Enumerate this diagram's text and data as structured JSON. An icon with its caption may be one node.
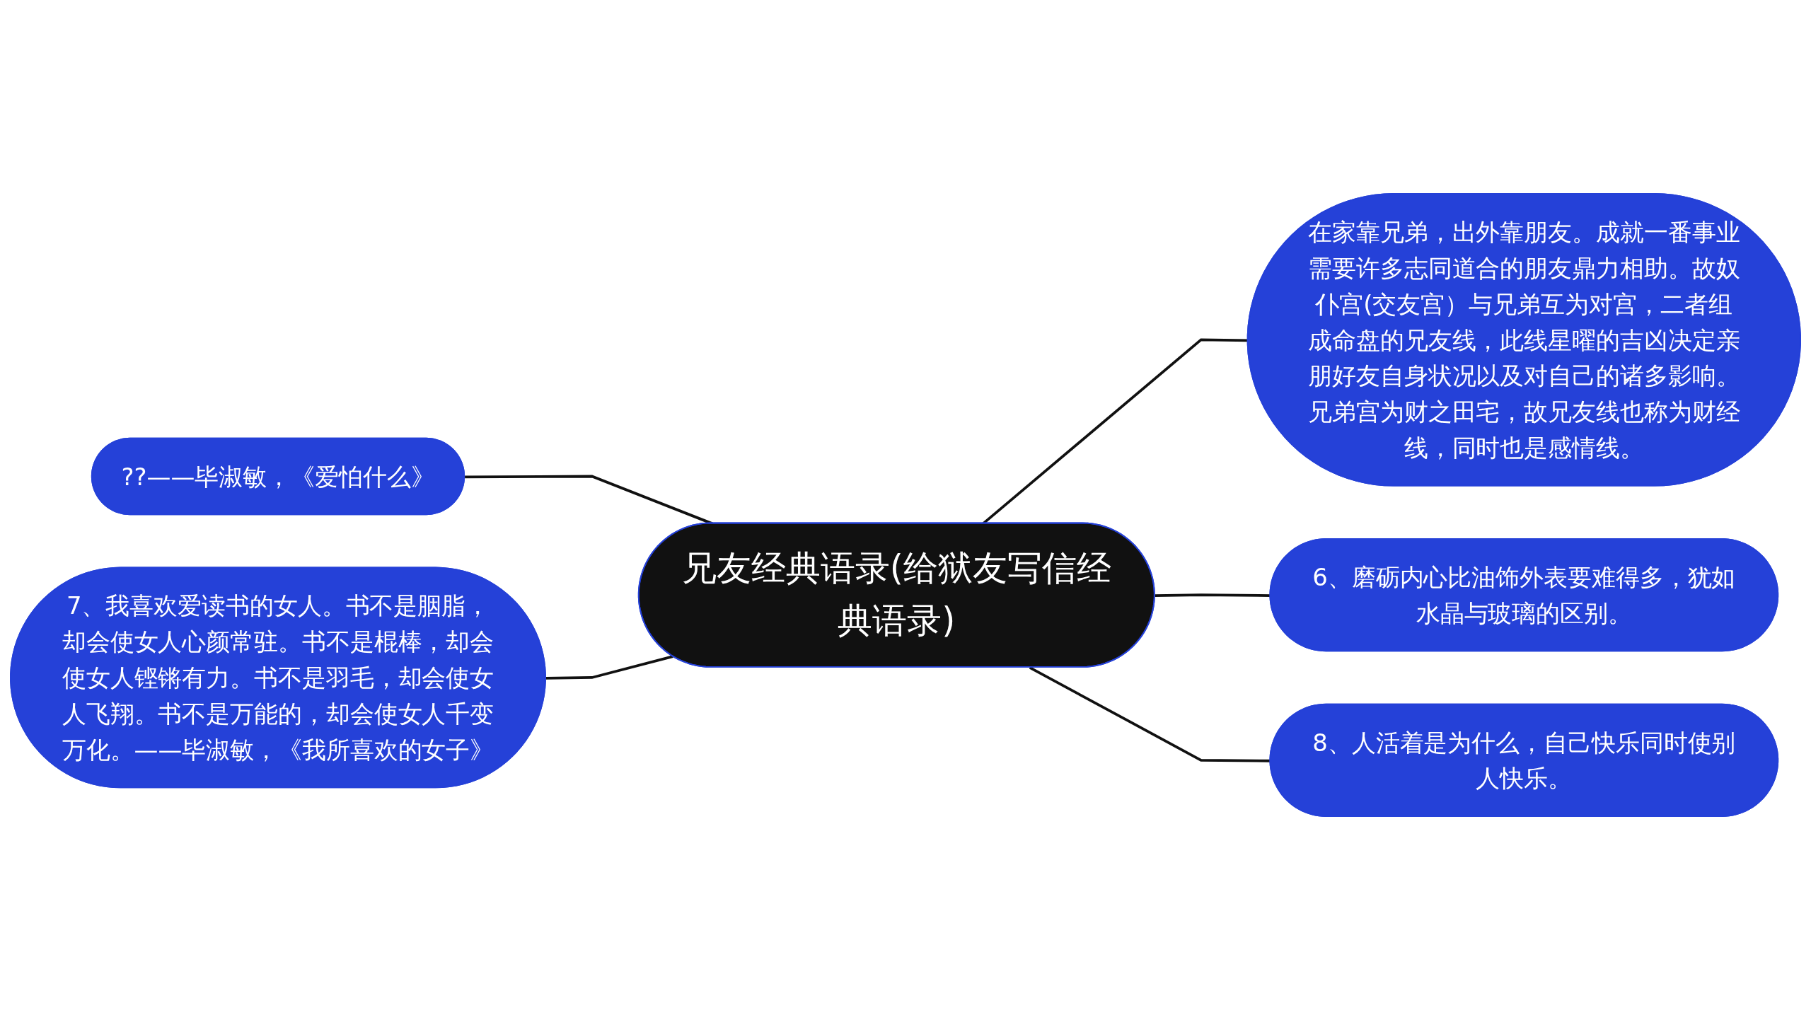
{
  "diagram": {
    "nodes": [
      {
        "text": [
          "兄友经典语录(给狱友写信经典语录)"
        ]
      },
      {
        "text": [
          "在家靠兄弟，出外靠朋友。成就一番事业需要许多志同道合的朋友鼎力相助。故奴仆宫(交友宫）与兄弟互为对宫，二者组成命盘的兄友线，此线星曜的吉凶决定亲朋好友自身状况以及对自己的诸多影响。兄弟宫为财之田宅，故兄友线也称为财经线，同时也是感情线。"
        ]
      },
      {
        "text": [
          "6、磨砺内心比油饰外表要难得多，犹如水晶与玻璃的区别。"
        ]
      },
      {
        "text": [
          "8、人活着是为什么，自己快乐同时使别人快乐。"
        ]
      },
      {
        "text": [
          "??——毕淑敏，《爱怕什么》"
        ]
      },
      {
        "text": [
          "7、我喜欢爱读书的女人。书不是胭脂，却会使女人心颜常驻。书不是棍棒，却会使女人铿锵有力。书不是羽毛，却会使女人飞翔。书不是万能的，却会使女人千变万化。——毕淑敏，《我所喜欢的女子》"
        ]
      }
    ],
    "edges": [
      {
        "from": 0,
        "to": 1,
        "arrow": "none"
      },
      {
        "from": 0,
        "to": 2,
        "arrow": "none"
      },
      {
        "from": 0,
        "to": 3,
        "arrow": "none"
      },
      {
        "from": 0,
        "to": 4,
        "arrow": "none"
      },
      {
        "from": 0,
        "to": 5,
        "arrow": "none"
      }
    ]
  }
}
